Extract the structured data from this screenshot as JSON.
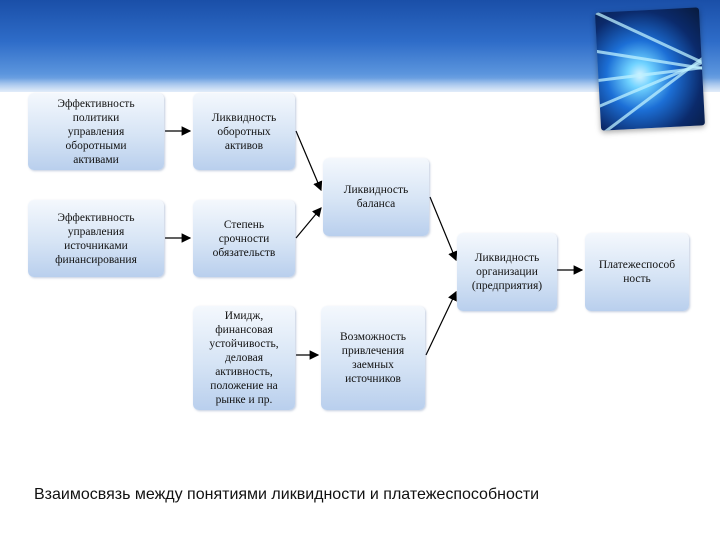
{
  "diagram": {
    "nodes": {
      "policy_efficiency": "Эффективность\nполитики\nуправления\nоборотными\nактивами",
      "current_assets_liquidity": "Ликвидность\nоборотных\nактивов",
      "sources_efficiency": "Эффективность\nуправления\nисточниками\nфинансирования",
      "obligations_urgency": "Степень\nсрочности\nобязательств",
      "balance_liquidity": "Ликвидность\nбаланса",
      "organization_liquidity": "Ликвидность\nорганизации\n(предприятия)",
      "solvency": "Платежеспособ\nность",
      "image": "Имидж,\nфинансовая\nустойчивость,\nделовая\nактивность,\nположение на\nрынке и пр.",
      "borrowing_possibility": "Возможность\nпривлечения\nзаемных\nисточников"
    },
    "edges": [
      [
        "policy_efficiency",
        "current_assets_liquidity"
      ],
      [
        "sources_efficiency",
        "obligations_urgency"
      ],
      [
        "current_assets_liquidity",
        "balance_liquidity"
      ],
      [
        "obligations_urgency",
        "balance_liquidity"
      ],
      [
        "balance_liquidity",
        "organization_liquidity"
      ],
      [
        "image",
        "borrowing_possibility"
      ],
      [
        "borrowing_possibility",
        "organization_liquidity"
      ],
      [
        "organization_liquidity",
        "solvency"
      ]
    ]
  },
  "caption": "Взаимосвязь между понятиями ликвидности и платежеспособности"
}
